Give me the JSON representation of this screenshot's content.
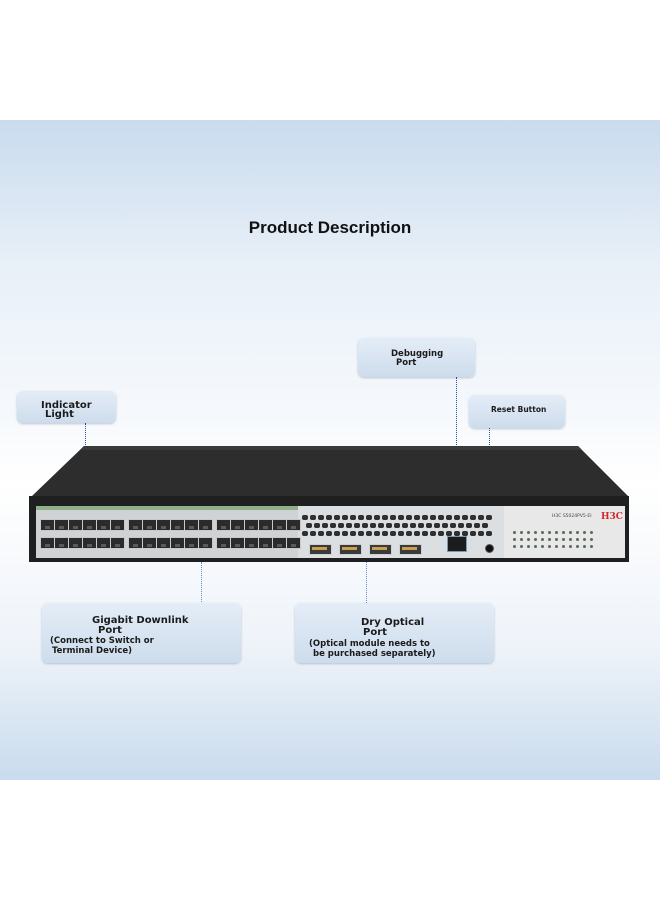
{
  "page": {
    "title": "Product Description"
  },
  "callouts": {
    "indicator": {
      "line1": "Indicator",
      "line2": "Light"
    },
    "debugging": {
      "line1": "Debugging",
      "line2": "Port"
    },
    "reset": {
      "line1": "Reset Button"
    },
    "downlink": {
      "line1": "Gigabit Downlink",
      "line2": "Port",
      "line3": "(Connect to Switch or",
      "line4": "Terminal Device)"
    },
    "optical": {
      "line1": "Dry Optical",
      "line2": "Port",
      "line3": "(Optical module needs to",
      "line4": "be purchased separately)"
    }
  },
  "device": {
    "model": "H3C  S5024PV5-EI",
    "brand": "H3C",
    "colors": {
      "body": "#2a2a2a",
      "faceplate": "#e6e6e6",
      "brand": "#d0262c"
    }
  }
}
